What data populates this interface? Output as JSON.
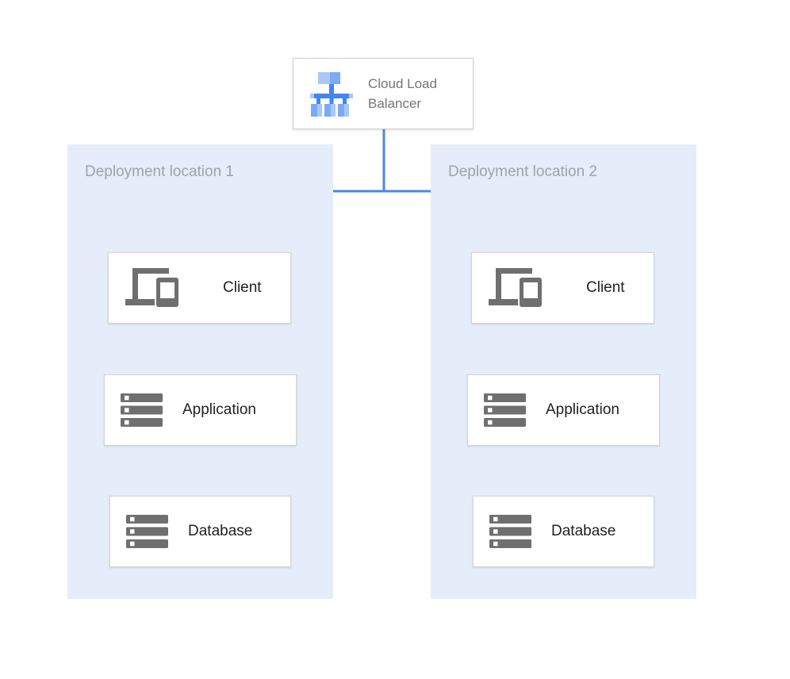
{
  "colors": {
    "page_bg": "#ffffff",
    "panel_bg": "#E4EDF9",
    "arrow_blue": "#4D86EE",
    "box_border": "#D4D4D4",
    "icon_gray": "#6F6F6F",
    "node_label": "#212121",
    "panel_title": "#9FA4AA",
    "lb_label": "#757575",
    "lb_icon_light": "#A9C7F8",
    "lb_icon_mid": "#7BAAF7",
    "lb_icon_strong": "#4285F4"
  },
  "icons": {
    "load_balancer": "load-balancer-icon",
    "client": "devices-icon",
    "application": "server-stack-icon",
    "database": "server-stack-icon"
  },
  "load_balancer": {
    "label": "Cloud Load Balancer"
  },
  "deployments": [
    {
      "title": "Deployment location 1",
      "nodes": [
        {
          "label": "Client"
        },
        {
          "label": "Application"
        },
        {
          "label": "Database"
        }
      ]
    },
    {
      "title": "Deployment location 2",
      "nodes": [
        {
          "label": "Client"
        },
        {
          "label": "Application"
        },
        {
          "label": "Database"
        }
      ]
    }
  ]
}
